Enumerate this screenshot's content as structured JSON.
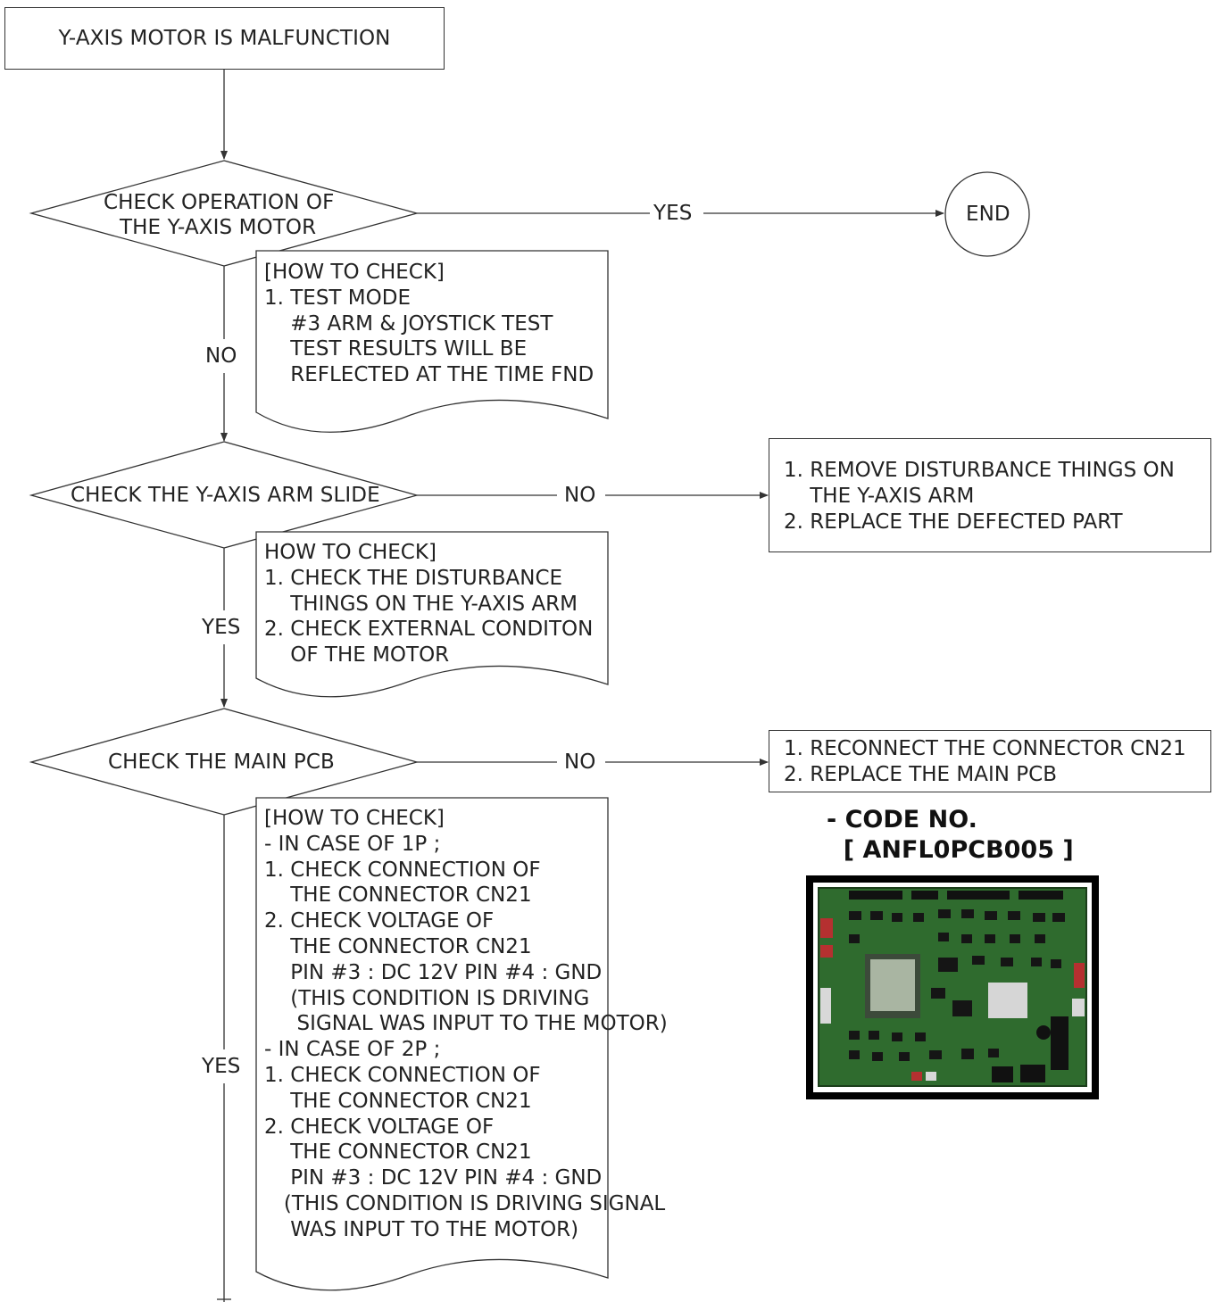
{
  "start": {
    "label": "Y-AXIS MOTOR IS MALFUNCTION"
  },
  "decision1": {
    "lines": [
      "CHECK OPERATION OF",
      "THE Y-AXIS MOTOR"
    ],
    "yes_label": "YES",
    "no_label": "NO",
    "end_label": "END",
    "note": "[HOW TO CHECK]\n1. TEST MODE\n    #3 ARM & JOYSTICK TEST\n    TEST RESULTS WILL BE\n    REFLECTED AT THE TIME FND"
  },
  "decision2": {
    "label": "CHECK THE Y-AXIS ARM SLIDE",
    "no_label": "NO",
    "yes_label": "YES",
    "action": "1. REMOVE DISTURBANCE THINGS ON\n    THE Y-AXIS ARM\n2. REPLACE THE DEFECTED PART",
    "note": "HOW TO CHECK]\n1. CHECK THE DISTURBANCE\n    THINGS ON THE Y-AXIS ARM\n2. CHECK EXTERNAL CONDITON\n    OF THE MOTOR"
  },
  "decision3": {
    "label": "CHECK THE MAIN PCB",
    "no_label": "NO",
    "yes_label": "YES",
    "action": "1. RECONNECT THE CONNECTOR CN21\n2. REPLACE THE MAIN PCB",
    "note": "[HOW TO CHECK]\n- IN CASE OF 1P ;\n1. CHECK CONNECTION OF\n    THE CONNECTOR CN21\n2. CHECK VOLTAGE OF\n    THE CONNECTOR CN21\n    PIN #3 : DC 12V PIN #4 : GND\n    (THIS CONDITION IS DRIVING\n     SIGNAL WAS INPUT TO THE MOTOR)\n- IN CASE OF 2P ;\n1. CHECK CONNECTION OF\n    THE CONNECTOR CN21\n2. CHECK VOLTAGE OF\n    THE CONNECTOR CN21\n    PIN #3 : DC 12V PIN #4 : GND\n   (THIS CONDITION IS DRIVING SIGNAL\n    WAS INPUT TO THE MOTOR)"
  },
  "part": {
    "code_label": "- CODE NO.\n  [ ANFL0PCB005 ]",
    "image_icon": "pcb-board-photo"
  },
  "colors": {
    "line": "#333333",
    "pcb_green": "#2f6b2e",
    "text": "#222222"
  }
}
